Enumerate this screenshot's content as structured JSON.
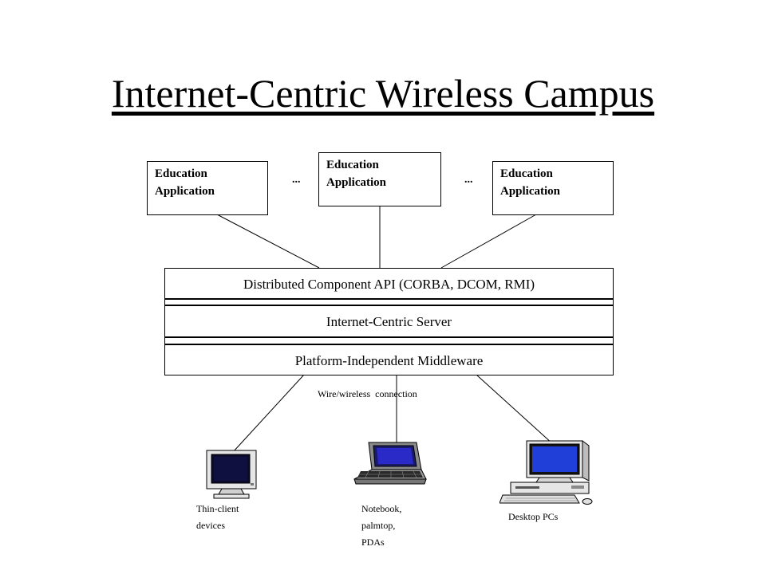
{
  "title": "Internet-Centric Wireless Campus",
  "applications": [
    {
      "label": "Education Application"
    },
    {
      "label": "Education Application"
    },
    {
      "label": "Education Application"
    }
  ],
  "ellipsis": "...",
  "layers": {
    "api": "Distributed Component API (CORBA, DCOM, RMI)",
    "server": "Internet-Centric Server",
    "middleware": "Platform-Independent Middleware"
  },
  "connection_label": "Wire/wireless  connection",
  "devices": [
    {
      "icon": "thin-client-monitor-icon",
      "label": "Thin-client\ndevices"
    },
    {
      "icon": "notebook-computer-icon",
      "label": "Notebook,\npalmtop,\nPDAs"
    },
    {
      "icon": "desktop-pc-icon",
      "label": "Desktop PCs"
    }
  ]
}
